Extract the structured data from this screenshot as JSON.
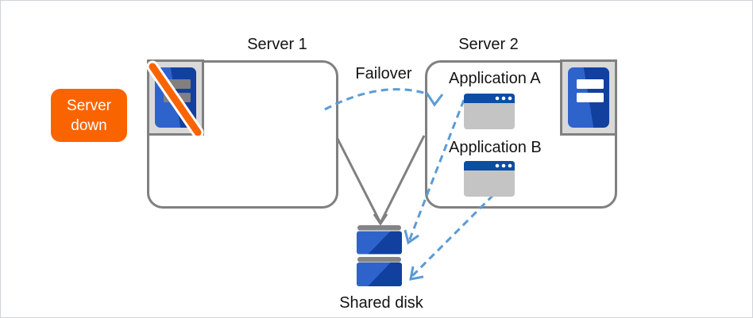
{
  "diagram": {
    "badge_label": "Server down",
    "server1_label": "Server 1",
    "server2_label": "Server 2",
    "failover_label": "Failover",
    "app_a_label": "Application A",
    "app_b_label": "Application B",
    "shared_disk_label": "Shared disk",
    "colors": {
      "accent_orange": "#fa6400",
      "connector_gray": "#808080",
      "dashed_arrow_blue": "#5b9bd5",
      "server_blue_light": "#2f63cc",
      "server_blue_dark": "#11409f",
      "window_titlebar_blue": "#0b4ea2",
      "window_body_gray": "#c4c4c4",
      "icon_frame_gray": "#d9d9d9",
      "disk_bar_gray": "#848484",
      "box_border_gray": "#808080"
    }
  }
}
